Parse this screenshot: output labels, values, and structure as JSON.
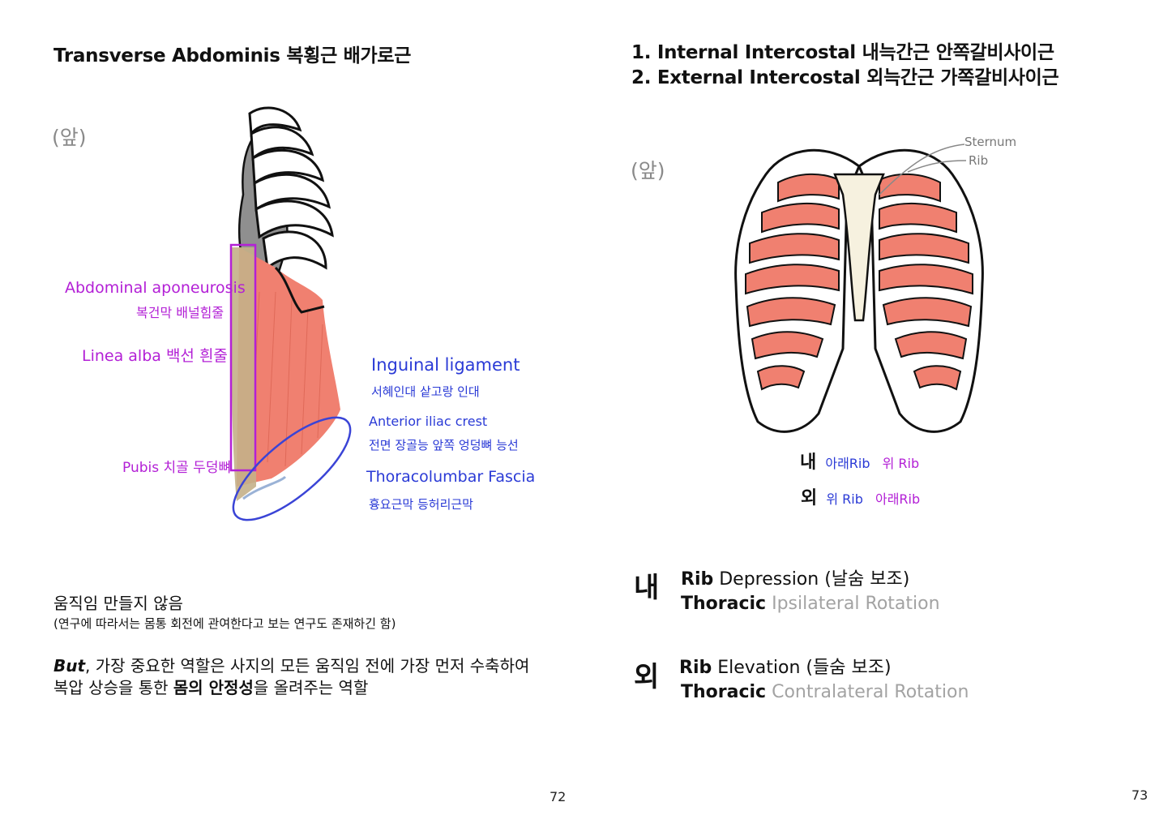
{
  "left_page": {
    "title": "Transverse Abdominis 복횡근 배가로근",
    "front_label": "(앞)",
    "labels": {
      "abdominal_aponeurosis": "Abdominal aponeurosis",
      "abdominal_aponeurosis_kr": "복건막 배널힘줄",
      "linea_alba": "Linea alba 백선 흰줄",
      "pubis": "Pubis 치골 두덩뼈",
      "inguinal_ligament": "Inguinal ligament",
      "inguinal_ligament_kr": "서혜인대 샅고랑 인대",
      "anterior_iliac_crest": "Anterior iliac crest",
      "anterior_iliac_crest_kr": "전면 장골능 앞쪽 엉덩뼈 능선",
      "thoracolumbar_fascia": "Thoracolumbar Fascia",
      "thoracolumbar_fascia_kr": "흉요근막 등허리근막"
    },
    "note_main": "움직임 만들지 않음",
    "note_sub": "(연구에 따라서는 몸통 회전에 관여한다고 보는 연구도 존재하긴 함)",
    "but_word": "But",
    "but_line1_rest": ", 가장 중요한 역할은 사지의 모든 움직임 전에 가장 먼저 수축하여",
    "but_line2_pre": "복압 상승을 통한 ",
    "but_line2_bold": "몸의 안정성",
    "but_line2_post": "을 올려주는 역할",
    "page_number": "72"
  },
  "right_page": {
    "title_line1": "1. Internal Intercostal 내늑간근 안쪽갈비사이근",
    "title_line2": "2. External Intercostal 외늑간근 가쪽갈비사이근",
    "front_label": "(앞)",
    "labels": {
      "sternum": "Sternum",
      "rib": "Rib"
    },
    "legend": {
      "internal_char": "내",
      "internal_from": "아래Rib",
      "internal_to": "위 Rib",
      "external_char": "외",
      "external_from": "위 Rib",
      "external_to": "아래Rib"
    },
    "internal": {
      "char": "내",
      "line1_bold": "Rib",
      "line1_rest": " Depression (날숨 보조)",
      "line2_bold": "Thoracic",
      "line2_rest": " Ipsilateral Rotation"
    },
    "external": {
      "char": "외",
      "line1_bold": "Rib",
      "line1_rest": "  Elevation (들숨 보조)",
      "line2_bold": "Thoracic",
      "line2_rest": " Contralateral Rotation"
    },
    "page_number": "73"
  },
  "colors": {
    "muscle": "#f08070",
    "bone_outline": "#111111",
    "label_purple": "#b320d6",
    "label_blue": "#2a3ad6",
    "secondary_text": "#a3a3a3"
  }
}
